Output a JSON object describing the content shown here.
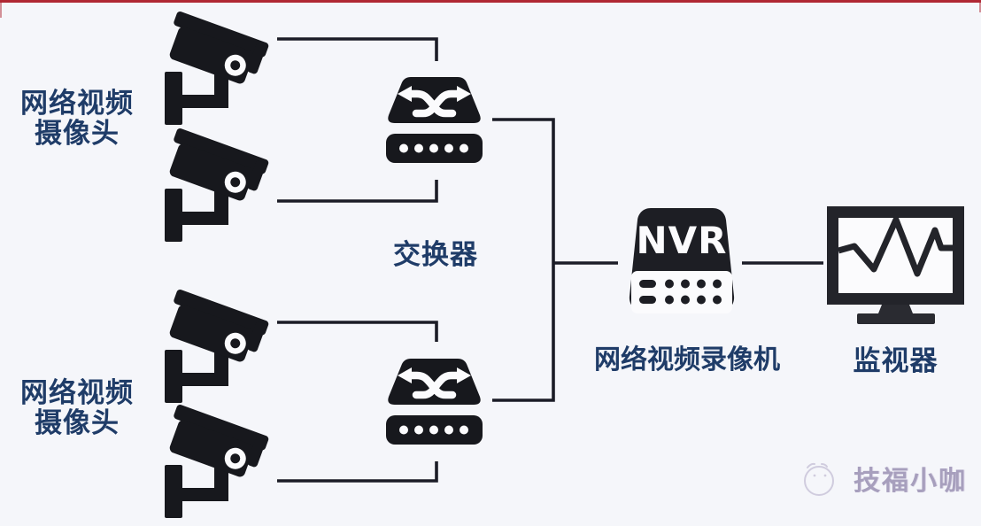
{
  "diagram_type": "network-topology",
  "camera_groups": [
    {
      "label_lines": [
        "网络视频",
        "摄像头"
      ],
      "camera_count": 2
    },
    {
      "label_lines": [
        "网络视频",
        "摄像头"
      ],
      "camera_count": 2
    }
  ],
  "switches": {
    "count": 2,
    "label": "交换器"
  },
  "nvr": {
    "badge": "NVR",
    "label": "网络视频录像机"
  },
  "monitor": {
    "label": "监视器"
  },
  "watermark": {
    "text": "技福小咖",
    "logo": "sketch-face-logo"
  },
  "icons": [
    "cctv-camera-icon",
    "cctv-camera-icon",
    "cctv-camera-icon",
    "cctv-camera-icon",
    "switch-shuffle-arrows-icon",
    "switch-shuffle-arrows-icon",
    "nvr-box-icon",
    "monitor-waveform-icon"
  ],
  "colors": {
    "background": "#f5f6fa",
    "icon": "#17181d",
    "line": "#1b1c26",
    "label_text": "#1f3c68",
    "top_border_red": "#b02733",
    "watermark_text": "#a39bba"
  },
  "connections": [
    "camera-1 -> switch-1",
    "camera-2 -> switch-1",
    "camera-3 -> switch-2",
    "camera-4 -> switch-2",
    "switch-1 -> nvr",
    "switch-2 -> nvr",
    "nvr -> monitor"
  ]
}
